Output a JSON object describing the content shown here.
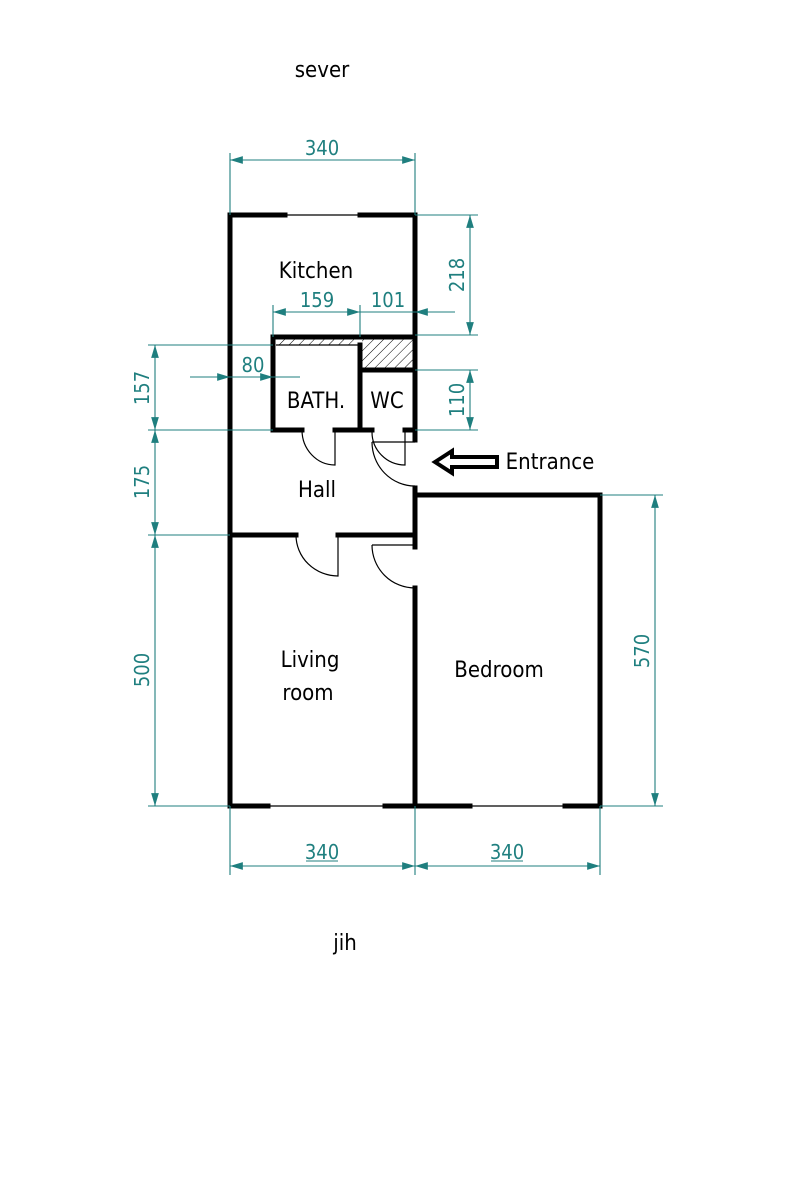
{
  "compass": {
    "north": "sever",
    "south": "jih"
  },
  "rooms": {
    "kitchen": "Kitchen",
    "bath": "BATH.",
    "wc": "WC",
    "hall": "Hall",
    "living_line1": "Living",
    "living_line2": "room",
    "bedroom": "Bedroom"
  },
  "entrance_label": "Entrance",
  "dimensions": {
    "top_width": "340",
    "kitchen_depth": "218",
    "bath_width": "159",
    "wc_width": "101",
    "bath_offset": "80",
    "wc_depth": "110",
    "bath_depth": "157",
    "hall_depth": "175",
    "living_depth": "500",
    "bedroom_depth": "570",
    "living_width": "340",
    "bedroom_width": "340"
  },
  "colors": {
    "dimension": "#1f7f7f",
    "wall": "#000000"
  }
}
